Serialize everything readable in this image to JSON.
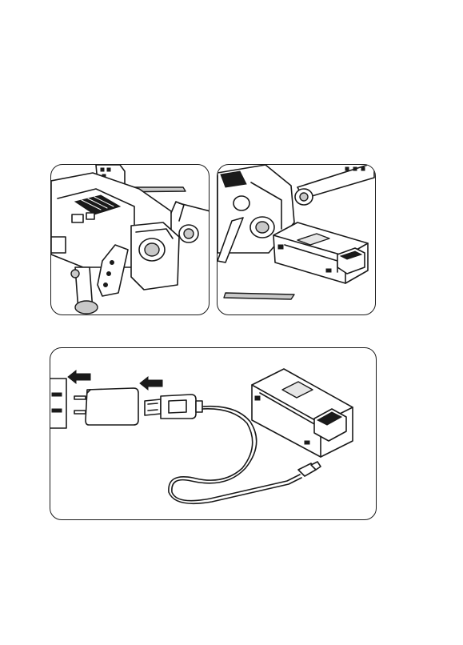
{
  "figure": {
    "panels": [
      "remove-battery-step",
      "insert-battery-step",
      "charging-step"
    ],
    "icons": [
      "drone-illustration",
      "battery-pack-icon",
      "power-adapter-icon",
      "usb-charging-cable-icon",
      "arrow-left-icon"
    ],
    "colors": {
      "line": "#1a1a1a",
      "shade": "#c9c9c9",
      "background": "#ffffff"
    }
  }
}
